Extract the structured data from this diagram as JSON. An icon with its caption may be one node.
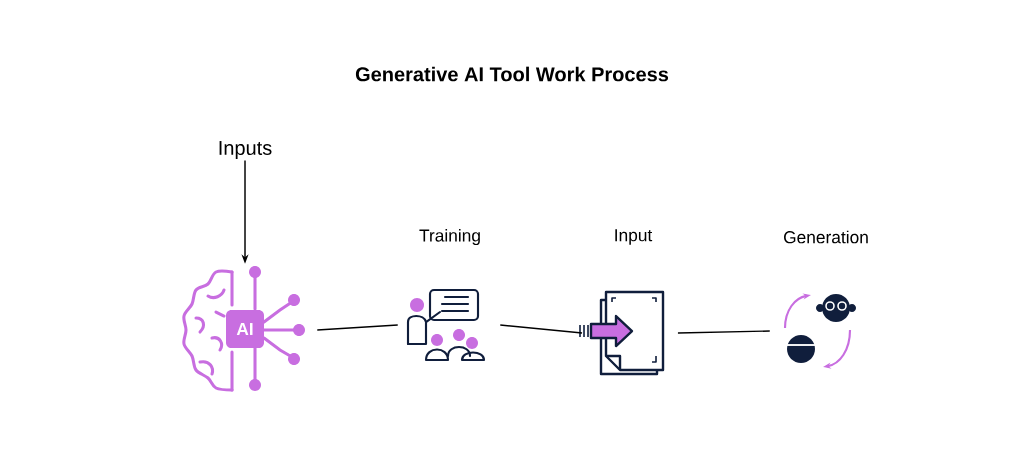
{
  "diagram": {
    "title": "Generative AI Tool Work Process",
    "nodes": [
      {
        "text": [
          "Inputs"
        ]
      },
      {
        "text": [
          "AI"
        ]
      },
      {
        "text": [
          "Training"
        ]
      },
      {
        "text": [
          "Input"
        ]
      },
      {
        "text": [
          "Generation"
        ]
      }
    ],
    "edges": [
      {
        "from": 0,
        "to": 1,
        "arrow": "to"
      },
      {
        "from": 1,
        "to": 2,
        "arrow": "none"
      },
      {
        "from": 2,
        "to": 3,
        "arrow": "none"
      },
      {
        "from": 3,
        "to": 4,
        "arrow": "none"
      }
    ]
  }
}
